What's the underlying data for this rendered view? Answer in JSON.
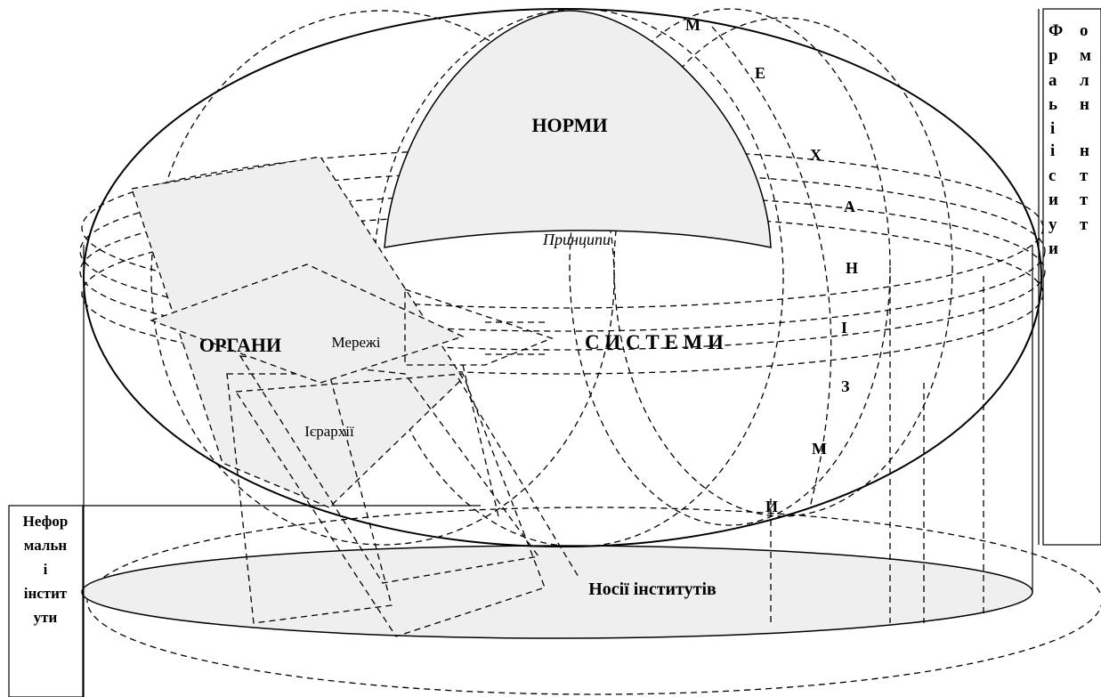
{
  "labels": {
    "norms": "НОРМИ",
    "principles": "Принципи",
    "systems": "С И С Т Е М И",
    "organs": "ОРГАНИ",
    "networks": "Мережі",
    "hierarchies": "Ієрархії",
    "carriers": "Носії інститутів",
    "mechanisms": [
      "М",
      "Е",
      "Х",
      "А",
      "Н",
      "І",
      "З",
      "М",
      "И"
    ],
    "formal_col1": [
      "Ф",
      "р",
      "а",
      "ь",
      "і",
      "і",
      "с",
      "и",
      "у",
      "и"
    ],
    "formal_col2": [
      "о",
      "м",
      "л",
      "н",
      "",
      "н",
      "т",
      "т",
      "т",
      ""
    ],
    "informal": [
      "Нефор",
      "мальн",
      "і",
      "інстит",
      "ути"
    ]
  },
  "colors": {
    "fill": "#efefef",
    "line": "#000000",
    "background": "#ffffff"
  }
}
